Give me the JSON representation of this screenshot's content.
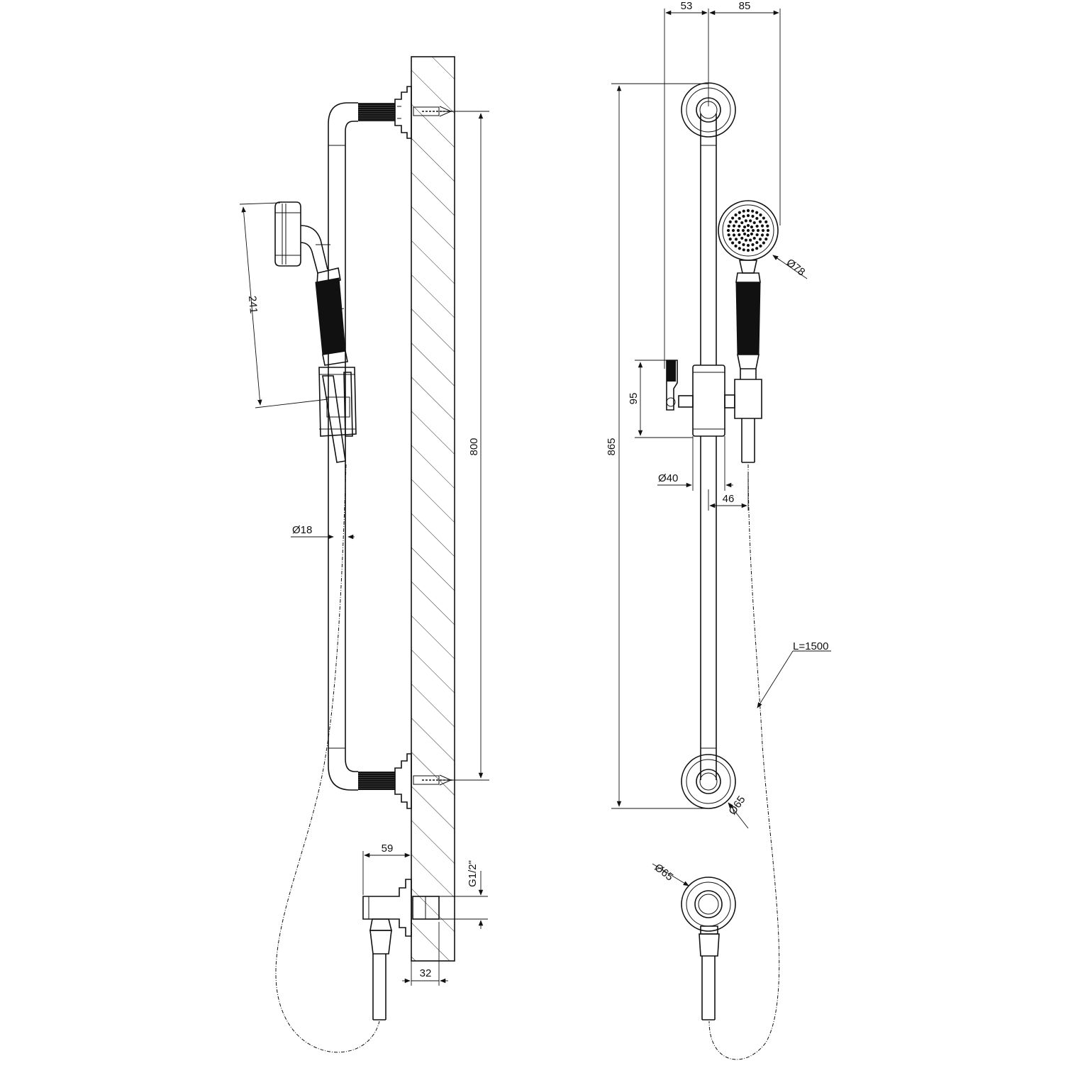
{
  "dimensions": {
    "left_width_top": "53",
    "right_width_top": "85",
    "total_height": "865",
    "rail_height": "800",
    "handset_length": "241",
    "hose_diameter": "Ø18",
    "head_diameter": "Ø78",
    "slider_height": "95",
    "slider_diameter": "Ø40",
    "slider_offset": "46",
    "hose_length": "L=1500",
    "flange_diameter": "Ø65",
    "outlet_flange_diameter": "Ø65",
    "outlet_projection": "59",
    "thread": "G1/2\"",
    "wall_depth": "32"
  },
  "colors": {
    "line": "#111111",
    "background": "#ffffff"
  }
}
